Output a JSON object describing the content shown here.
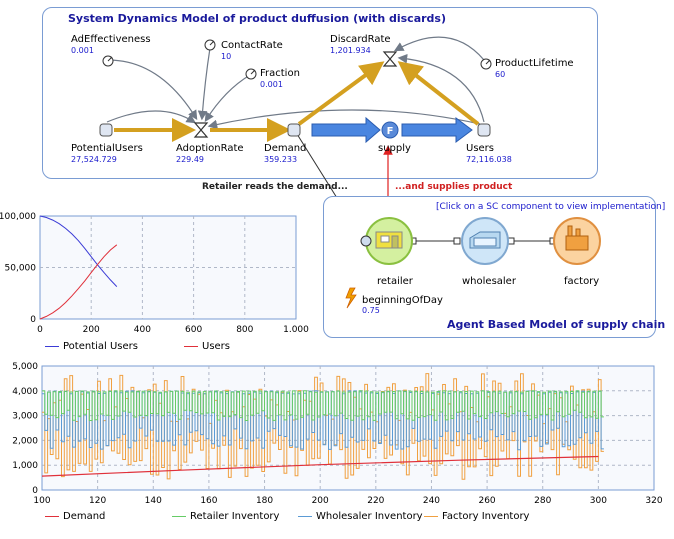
{
  "sd_panel": {
    "title": "System Dynamics Model of product duffusion (with discards)",
    "params": [
      {
        "name": "AdEffectiveness",
        "value": "0.001"
      },
      {
        "name": "ContactRate",
        "value": "10"
      },
      {
        "name": "Fraction",
        "value": "0.001"
      },
      {
        "name": "DiscardRate",
        "value": "1,201.934"
      },
      {
        "name": "ProductLifetime",
        "value": "60"
      }
    ],
    "stocks": [
      {
        "name": "PotentialUsers",
        "value": "27,524.729"
      },
      {
        "name": "AdoptionRate",
        "value": "229.49"
      },
      {
        "name": "Demand",
        "value": "359.233"
      },
      {
        "name": "supply",
        "value": ""
      },
      {
        "name": "Users",
        "value": "72,116.038"
      }
    ],
    "supply_icon": "F"
  },
  "link_left": "Retailer reads the demand...",
  "link_right": "...and supplies product",
  "ab_panel": {
    "hint": "[Click on a SC component to view implementation]",
    "title": "Agent Based Model of supply chain",
    "nodes": [
      {
        "name": "retailer",
        "icon": "store-icon"
      },
      {
        "name": "wholesaler",
        "icon": "warehouse-icon"
      },
      {
        "name": "factory",
        "icon": "factory-icon"
      }
    ],
    "event": {
      "name": "beginningOfDay",
      "value": "0.75"
    }
  },
  "chart_data": [
    {
      "type": "line",
      "x_ticks": [
        "0",
        "200",
        "400",
        "600",
        "800",
        "1.000"
      ],
      "y_ticks": [
        "0",
        "50,000",
        "100,000"
      ],
      "xlim": [
        0,
        1000
      ],
      "ylim": [
        0,
        100000
      ],
      "grid": true,
      "legend_position": "bottom",
      "series": [
        {
          "name": "Potential Users",
          "color": "#3b3bd6",
          "x": [
            0,
            25,
            50,
            75,
            100,
            125,
            150,
            175,
            200,
            225,
            250,
            275,
            300
          ],
          "y": [
            100000,
            98500,
            96000,
            92500,
            88000,
            82500,
            76000,
            68500,
            60500,
            52500,
            45000,
            38000,
            31500
          ]
        },
        {
          "name": "Users",
          "color": "#e0303a",
          "x": [
            0,
            25,
            50,
            75,
            100,
            125,
            150,
            175,
            200,
            225,
            250,
            275,
            300
          ],
          "y": [
            0,
            2500,
            6000,
            10500,
            16000,
            22500,
            29500,
            37000,
            45000,
            53000,
            60500,
            67000,
            72000
          ]
        }
      ]
    },
    {
      "type": "line",
      "x_ticks": [
        "100",
        "120",
        "140",
        "160",
        "180",
        "200",
        "220",
        "240",
        "260",
        "280",
        "300",
        "320"
      ],
      "y_ticks": [
        "0",
        "1,000",
        "2,000",
        "3,000",
        "4,000",
        "5,000"
      ],
      "xlim": [
        100,
        320
      ],
      "ylim": [
        0,
        5000
      ],
      "grid": true,
      "legend_position": "bottom",
      "series": [
        {
          "name": "Demand",
          "color": "#e0303a",
          "x": [
            100,
            150,
            200,
            250,
            300
          ],
          "y": [
            560,
            800,
            1020,
            1200,
            1350
          ]
        },
        {
          "name": "Retailer Inventory",
          "color": "#66cc66",
          "x": [
            100,
            300
          ],
          "y_range": [
            2800,
            4000
          ]
        },
        {
          "name": "Wholesaler Inventory",
          "color": "#5b9bd5",
          "x": [
            100,
            300
          ],
          "y_range": [
            1500,
            4000
          ]
        },
        {
          "name": "Factory Inventory",
          "color": "#f0a040",
          "x": [
            100,
            300
          ],
          "y_range": [
            200,
            4700
          ]
        }
      ]
    }
  ]
}
